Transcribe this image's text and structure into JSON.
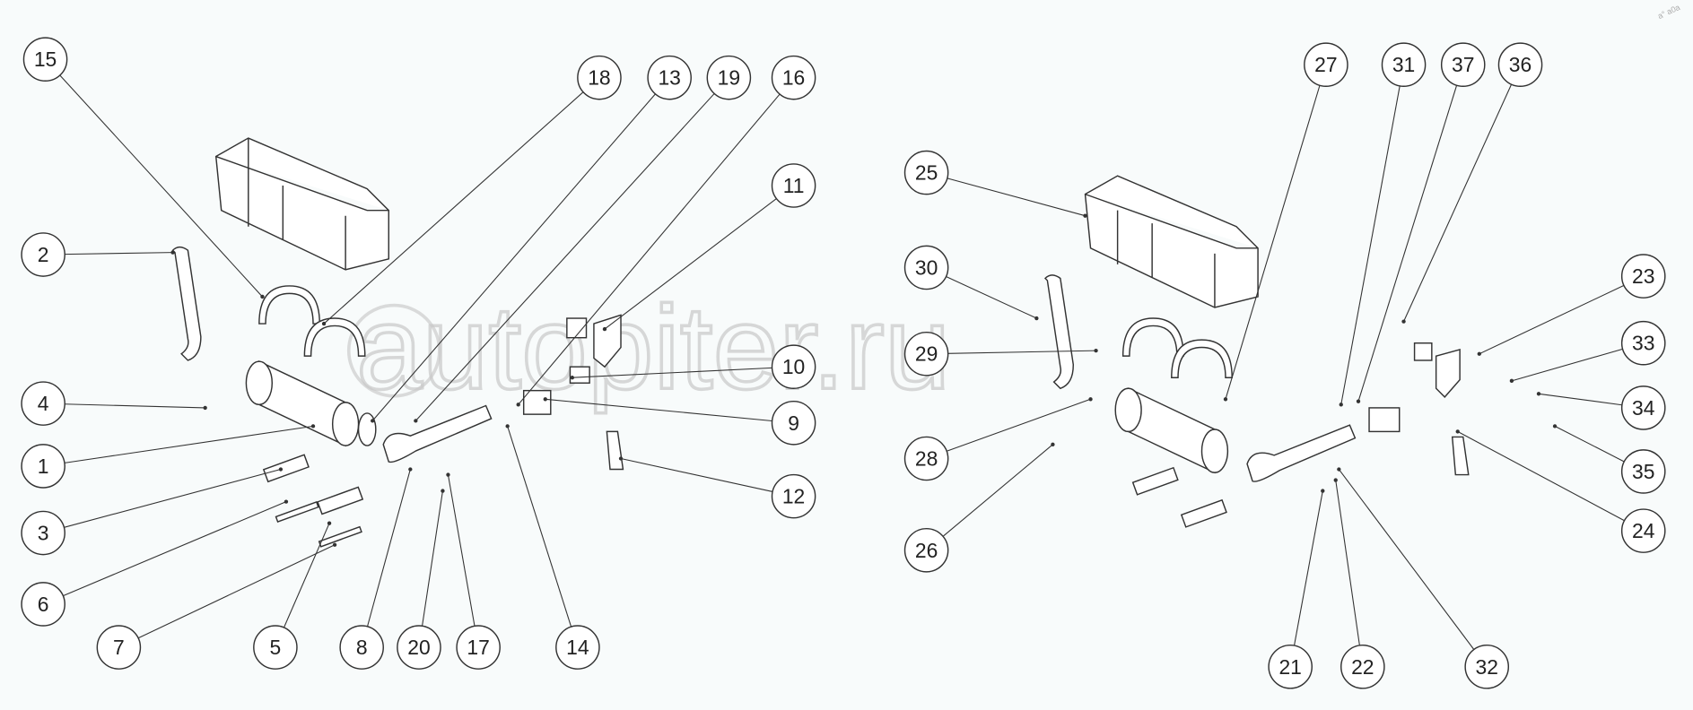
{
  "diagram": {
    "title": "Exhaust system exploded view",
    "left_assembly": {
      "callouts": [
        "15",
        "2",
        "4",
        "1",
        "3",
        "6",
        "7",
        "5",
        "8",
        "20",
        "17",
        "14",
        "18",
        "13",
        "19",
        "16",
        "11",
        "10",
        "9",
        "12"
      ]
    },
    "right_assembly": {
      "callouts": [
        "25",
        "27",
        "31",
        "37",
        "36",
        "23",
        "33",
        "34",
        "35",
        "24",
        "30",
        "29",
        "28",
        "26",
        "21",
        "22",
        "32"
      ]
    },
    "watermark": "autopiter.ru",
    "corner_mark": "a° a0a"
  }
}
